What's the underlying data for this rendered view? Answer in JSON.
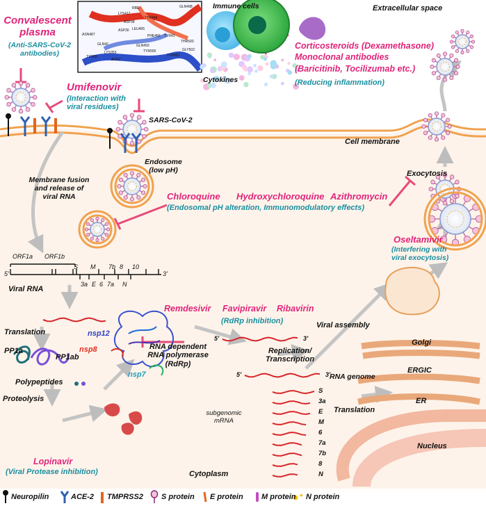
{
  "colors": {
    "drug": "#e0247a",
    "note": "#1a8fa0",
    "membrane": "#f2a04b",
    "cytoplasm": "#fdf1e6",
    "rna": "#d8242a",
    "ace2": "#2f5fb0",
    "tmprss2": "#e2651e",
    "spike": "#d06aa8"
  },
  "labels": {
    "extracellular": "Extracellular space",
    "immune_cells": "Immune cells",
    "cytokines": "Cytokines",
    "cell_membrane": "Cell membrane",
    "sars": "SARS-CoV-2",
    "endosome": "Endosome",
    "endosome_ph": "(low pH)",
    "fusion_1": "Membrane fusion",
    "fusion_2": "and release of",
    "fusion_3": "viral RNA",
    "viral_rna": "Viral RNA",
    "translation_left": "Translation",
    "pp1a": "PP1a",
    "pp1ab": "PP1ab",
    "polypeptides": "Polypeptides",
    "proteolysis": "Proteolysis",
    "rdrp_1": "RNA dependent",
    "rdrp_2": "RNA polymerase",
    "rdrp_3": "(RdRp)",
    "replication_1": "Replication/",
    "replication_2": "Transcription",
    "rna_genome": "RNA genome",
    "subgenomic_1": "subgenomic",
    "subgenomic_2": "mRNA",
    "viral_assembly": "Viral assembly",
    "golgi": "Golgi",
    "ergic": "ERGIC",
    "er": "ER",
    "translation_right": "Translation",
    "nucleus": "Nucleus",
    "cytoplasm": "Cytoplasm",
    "exocytosis": "Exocytosis",
    "nsp12": "nsp12",
    "nsp8": "nsp8",
    "nsp7": "nsp7",
    "five_prime": "5'",
    "three_prime": "3'"
  },
  "genome": {
    "genes": [
      "ORF1a",
      "ORF1b",
      "S",
      "M",
      "7b",
      "8",
      "10",
      "3a",
      "E",
      "6",
      "7a",
      "N"
    ]
  },
  "subgenomic": [
    "S",
    "3a",
    "E",
    "M",
    "6",
    "7a",
    "7b",
    "8",
    "N"
  ],
  "inset": {
    "residues": [
      "LYS417",
      "TYR449",
      "GLN498",
      "ASP30",
      "THR500",
      "GLN42",
      "GLY502",
      "GLN493",
      "TYR505",
      "TYR41",
      "TYR453",
      "ASP38",
      "LYS353",
      "LEU455",
      "PHE456",
      "TYR83",
      "ASN487",
      "ACE2",
      "RBD"
    ]
  },
  "drugs": {
    "convalescent_1": "Convalescent",
    "convalescent_2": "plasma",
    "convalescent_note_1": "(Anti-SARS-CoV-2",
    "convalescent_note_2": "antibodies)",
    "umifenovir": "Umifenovir",
    "umifenovir_note_1": "(Interaction with",
    "umifenovir_note_2": "viral residues)",
    "cortico_1": "Corticosteroids (Dexamethasone)",
    "cortico_2": "Monoclonal antibodies",
    "cortico_3": "(Baricitinib, Tocilizumab etc.)",
    "cortico_note": "(Reducing inflammation)",
    "chloroquine": "Chloroquine",
    "hydroxychloroquine": "Hydroxychloroquine",
    "azithromycin": "Azithromycin",
    "endosomal_note": "(Endosomal pH alteration, Immunomodulatory effects)",
    "oseltamivir": "Oseltamivir",
    "oseltamivir_note_1": "(Interfering with",
    "oseltamivir_note_2": "viral exocytosis)",
    "remdesivir": "Remdesivir",
    "favipiravir": "Favipiravir",
    "ribavirin": "Ribavirin",
    "rdrp_note": "(RdRp inhibition)",
    "lopinavir": "Lopinavir",
    "lopinavir_note": "(Viral Protease inhibition)"
  },
  "legend": {
    "neuropilin": "Neuropilin",
    "ace2": "ACE-2",
    "tmprss2": "TMPRSS2",
    "s_protein": "S protein",
    "e_protein": "E protein",
    "m_protein": "M protein",
    "n_protein": "N protein",
    "bullet": "•"
  }
}
